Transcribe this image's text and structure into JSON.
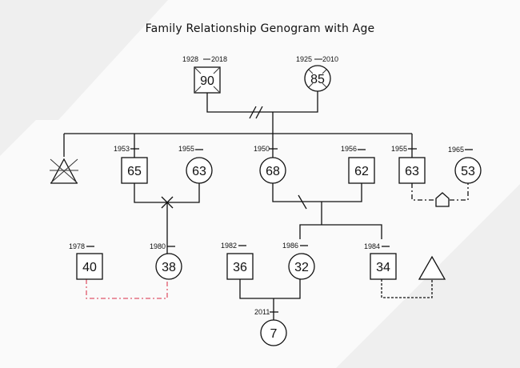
{
  "title": "Family Relationship Genogram with Age",
  "colors": {
    "line": "#111111",
    "conflict_line": "#e0586a",
    "background": "#fafafa",
    "band": "#efefef"
  },
  "generation_1": {
    "grandfather": {
      "shape": "square",
      "age": "90",
      "birth": "1928",
      "death": "2018",
      "deceased": true
    },
    "grandmother": {
      "shape": "circle",
      "age": "85",
      "birth": "1925",
      "death": "2010",
      "deceased": true
    },
    "relationship": "divorced"
  },
  "generation_2": {
    "stillbirth": {
      "shape": "triangle",
      "deceased": true
    },
    "son_a": {
      "shape": "square",
      "age": "65",
      "birth": "1953"
    },
    "son_a_spouse": {
      "shape": "circle",
      "age": "63",
      "birth": "1955"
    },
    "daughter": {
      "shape": "circle",
      "age": "68",
      "birth": "1950"
    },
    "daughter_spouse": {
      "shape": "square",
      "age": "62",
      "birth": "1956"
    },
    "son_b": {
      "shape": "square",
      "age": "63",
      "birth": "1955"
    },
    "son_b_partner": {
      "shape": "circle",
      "age": "53",
      "birth": "1965"
    }
  },
  "generation_3": {
    "grandson_in_law": {
      "shape": "square",
      "age": "40",
      "birth": "1978"
    },
    "granddaughter_a": {
      "shape": "circle",
      "age": "38",
      "birth": "1980"
    },
    "grandson_in_law_b": {
      "shape": "square",
      "age": "36",
      "birth": "1982"
    },
    "granddaughter_b": {
      "shape": "circle",
      "age": "32",
      "birth": "1986"
    },
    "grandson": {
      "shape": "square",
      "age": "34",
      "birth": "1984"
    },
    "grandson_partner": {
      "shape": "triangle"
    }
  },
  "generation_4": {
    "great_grandchild": {
      "shape": "circle",
      "age": "7",
      "birth": "2011"
    }
  }
}
